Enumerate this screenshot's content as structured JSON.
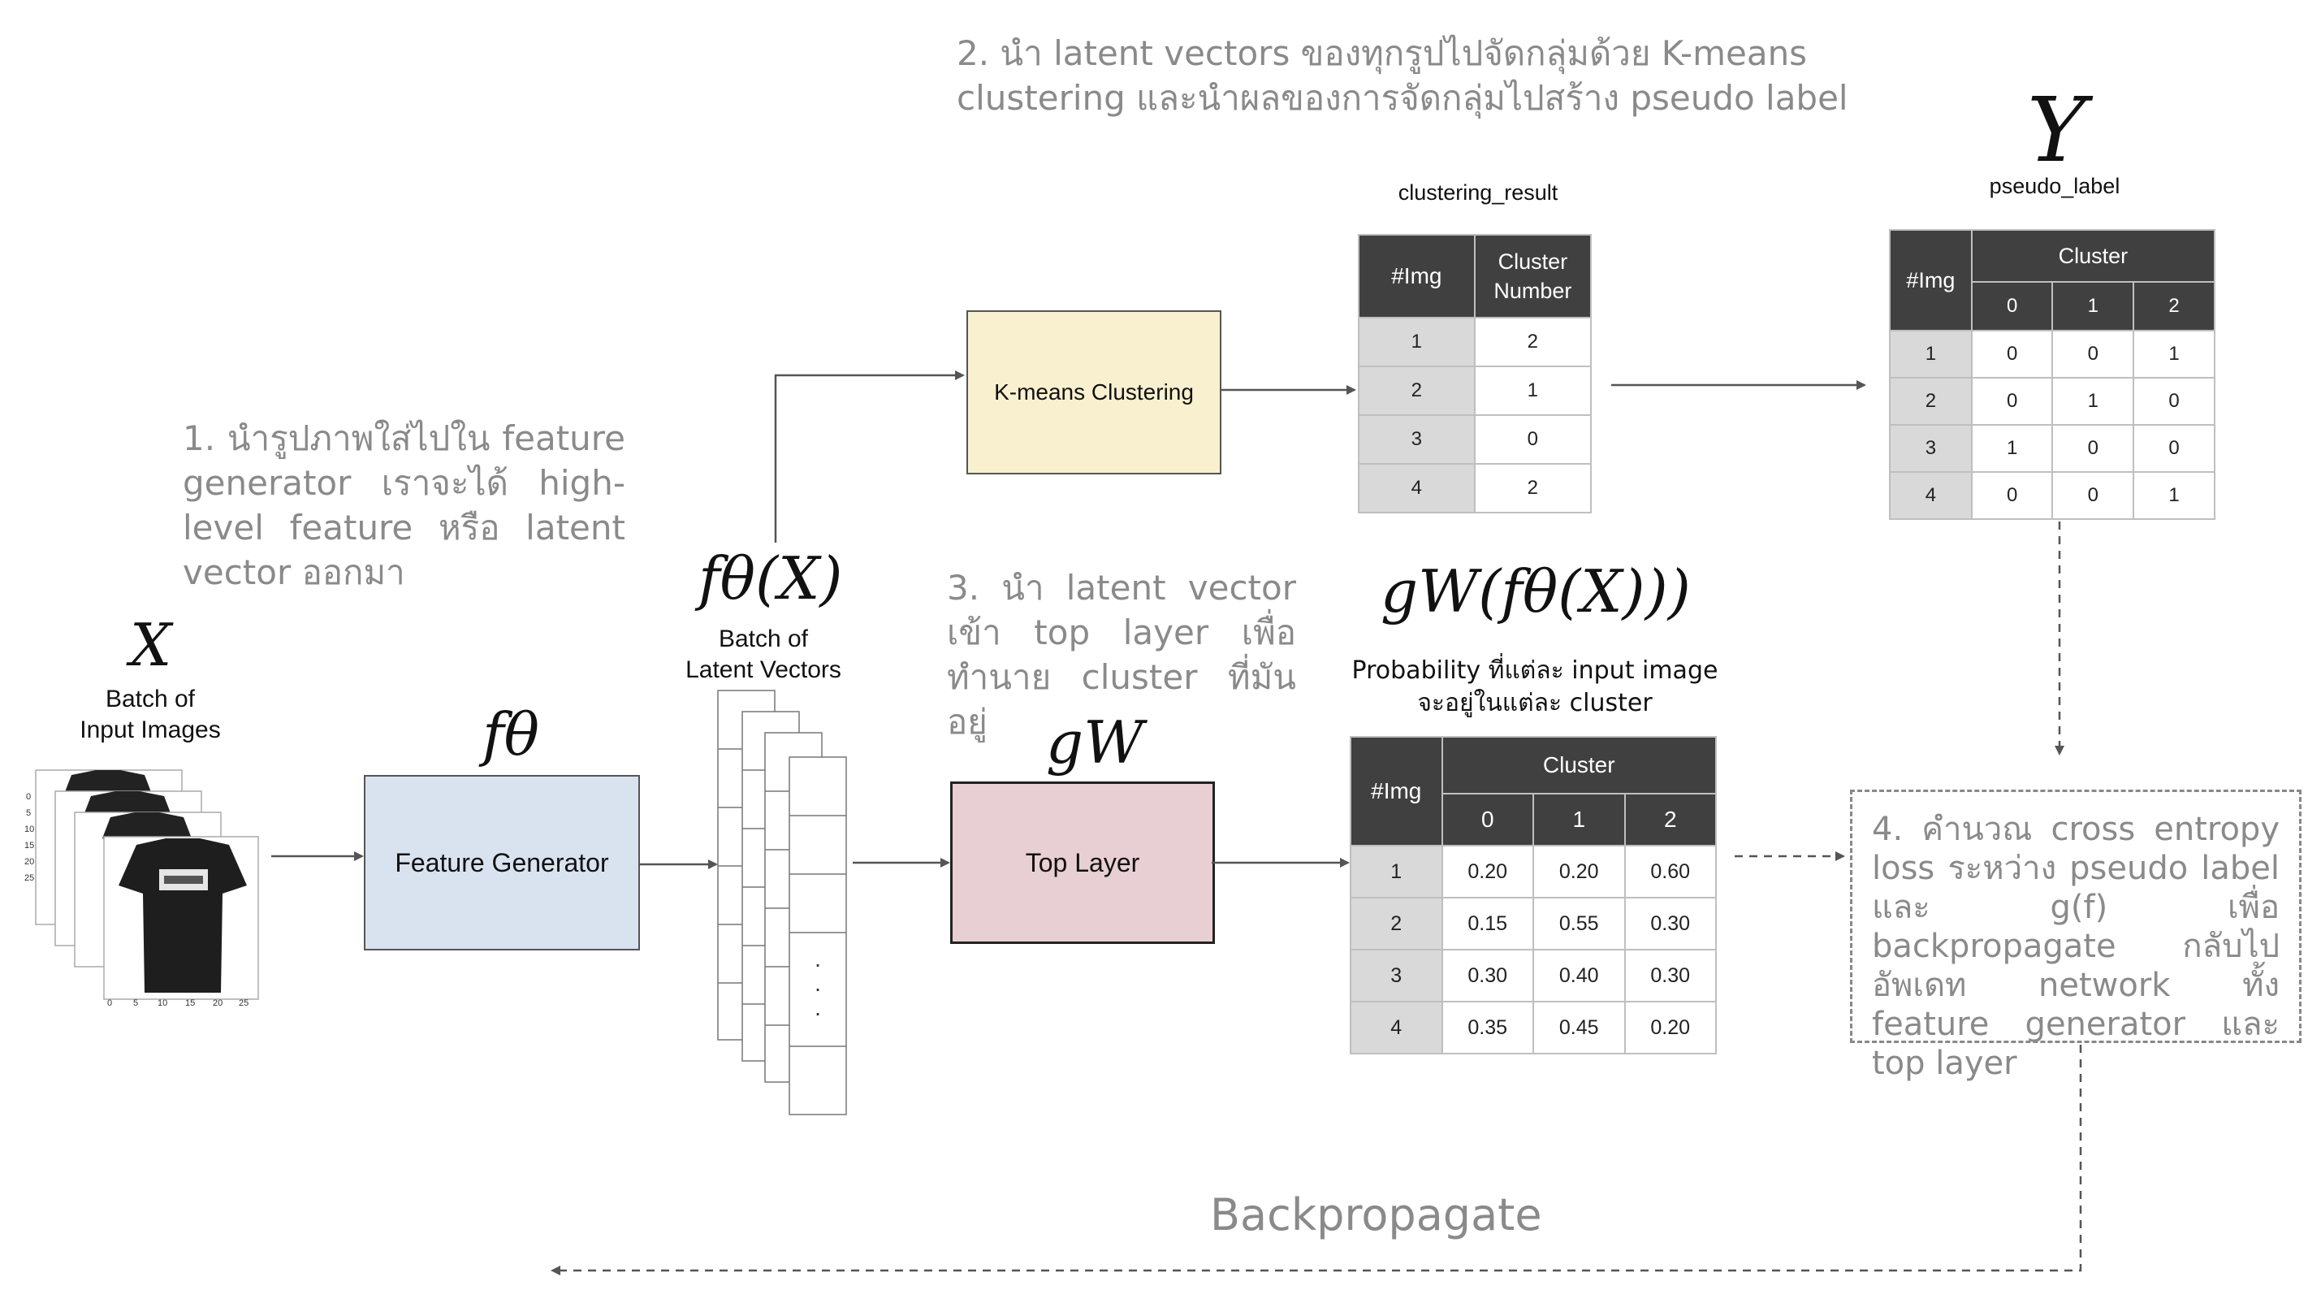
{
  "step1_text": "1. นำรูปภาพใส่ไปใน feature generator เราจะได้ high-level feature หรือ latent vector ออกมา",
  "step2_text": "2. นำ latent vectors ของทุกรูปไปจัดกลุ่มด้วย K-means clustering และนำผลของการจัดกลุ่มไปสร้าง pseudo label",
  "step3_text": "3. นำ latent vector เข้า top layer เพื่อทำนาย cluster ที่มันอยู่",
  "step4_text": "4. คำนวณ cross entropy loss ระหว่าง pseudo label และ g(f) เพื่อ backpropagate กลับไปอัพเดท network ทั้ง feature generator และ top layer",
  "backprop_label": "Backpropagate",
  "input": {
    "symbol": "X",
    "caption_line1": "Batch of",
    "caption_line2": "Input Images",
    "axis_ticks_y": [
      "0",
      "5",
      "10",
      "15",
      "20",
      "25"
    ],
    "axis_ticks_x": [
      "0",
      "5",
      "10",
      "15",
      "20",
      "25"
    ]
  },
  "feature_generator": {
    "symbol": "fθ",
    "label": "Feature Generator"
  },
  "latent": {
    "symbol": "fθ(X)",
    "caption_line1": "Batch of",
    "caption_line2": "Latent Vectors",
    "dots": "·"
  },
  "kmeans": {
    "label": "K-means Clustering"
  },
  "top_layer": {
    "symbol": "gW",
    "label": "Top Layer"
  },
  "clustering_result": {
    "title": "clustering_result",
    "headers": [
      "#Img",
      "Cluster Number"
    ],
    "rows": [
      [
        "1",
        "2"
      ],
      [
        "2",
        "1"
      ],
      [
        "3",
        "0"
      ],
      [
        "4",
        "2"
      ]
    ]
  },
  "pseudo_label": {
    "symbol": "Y",
    "title": "pseudo_label",
    "header_img": "#Img",
    "header_cluster": "Cluster",
    "cluster_ids": [
      "0",
      "1",
      "2"
    ],
    "rows": [
      [
        "1",
        "0",
        "0",
        "1"
      ],
      [
        "2",
        "0",
        "1",
        "0"
      ],
      [
        "3",
        "1",
        "0",
        "0"
      ],
      [
        "4",
        "0",
        "0",
        "1"
      ]
    ]
  },
  "probability": {
    "symbol": "gW(fθ(X)))",
    "caption_line1": "Probability ที่แต่ละ input image",
    "caption_line2": "จะอยู่ในแต่ละ cluster",
    "header_img": "#Img",
    "header_cluster": "Cluster",
    "cluster_ids": [
      "0",
      "1",
      "2"
    ],
    "rows": [
      [
        "1",
        "0.20",
        "0.20",
        "0.60"
      ],
      [
        "2",
        "0.15",
        "0.55",
        "0.30"
      ],
      [
        "3",
        "0.30",
        "0.40",
        "0.30"
      ],
      [
        "4",
        "0.35",
        "0.45",
        "0.20"
      ]
    ]
  },
  "colors": {
    "feature_generator_fill": "#d9e3ef",
    "kmeans_fill": "#f8f0cf",
    "top_layer_fill": "#e8cfd3",
    "table_header": "#404040",
    "table_index": "#d9d9d9",
    "annotation_gray": "#8a8a8a"
  }
}
